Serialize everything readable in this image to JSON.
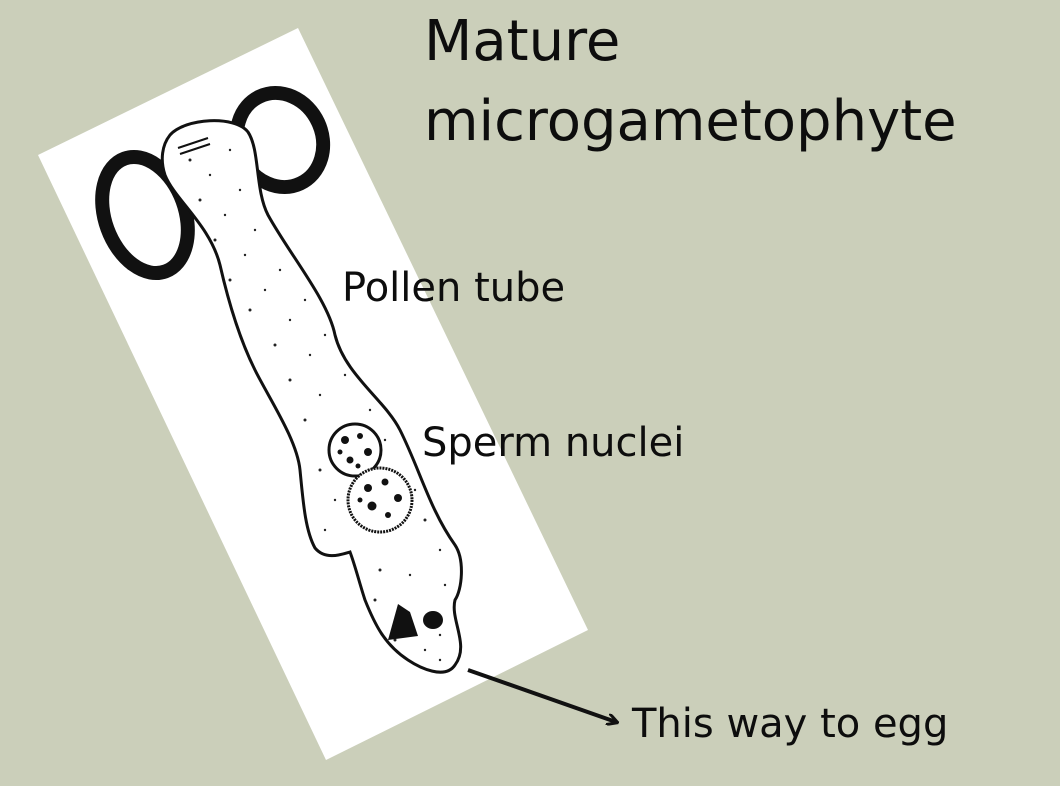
{
  "slide": {
    "background_color": "#cbcfba",
    "title_lines": [
      "Mature",
      "microgametophyte"
    ]
  },
  "labels": {
    "pollen_tube": "Pollen tube",
    "sperm_nuclei": "Sperm nuclei",
    "egg_direction": "This way to egg"
  },
  "illustration": {
    "parts": [
      "pollen-grain-wall-icon",
      "pollen-tube-icon",
      "sperm-nucleus-icon",
      "tube-nucleus-icon",
      "arrow-icon"
    ]
  }
}
